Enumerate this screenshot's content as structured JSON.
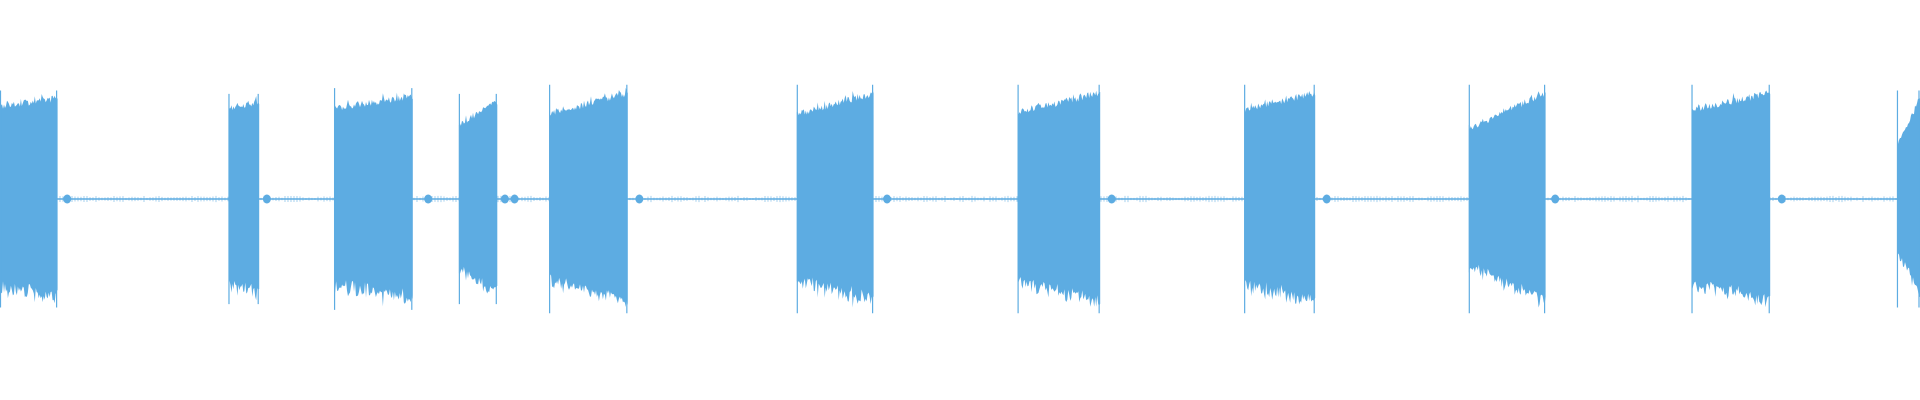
{
  "waveform": {
    "color": "#5DACE2",
    "background": "#FFFFFF",
    "bursts": [
      {
        "start": 0.0,
        "end": 3.0,
        "amp_start": 0.88,
        "amp_end": 0.95
      },
      {
        "start": 11.9,
        "end": 13.5,
        "amp_start": 0.86,
        "amp_end": 0.92
      },
      {
        "start": 17.4,
        "end": 21.5,
        "amp_start": 0.86,
        "amp_end": 0.97
      },
      {
        "start": 23.9,
        "end": 25.9,
        "amp_start": 0.7,
        "amp_end": 0.92
      },
      {
        "start": 28.6,
        "end": 32.7,
        "amp_start": 0.8,
        "amp_end": 1.0
      },
      {
        "start": 41.5,
        "end": 45.5,
        "amp_start": 0.8,
        "amp_end": 1.0
      },
      {
        "start": 53.0,
        "end": 57.3,
        "amp_start": 0.82,
        "amp_end": 1.0
      },
      {
        "start": 64.8,
        "end": 68.5,
        "amp_start": 0.84,
        "amp_end": 1.0
      },
      {
        "start": 76.5,
        "end": 80.5,
        "amp_start": 0.66,
        "amp_end": 1.0
      },
      {
        "start": 88.1,
        "end": 92.2,
        "amp_start": 0.84,
        "amp_end": 1.0
      },
      {
        "start": 98.8,
        "end": 100.0,
        "amp_start": 0.5,
        "amp_end": 0.95
      }
    ],
    "blips": [
      3.5,
      13.9,
      22.3,
      26.3,
      26.8,
      33.3,
      46.2,
      57.9,
      69.1,
      81.0,
      92.8
    ]
  }
}
